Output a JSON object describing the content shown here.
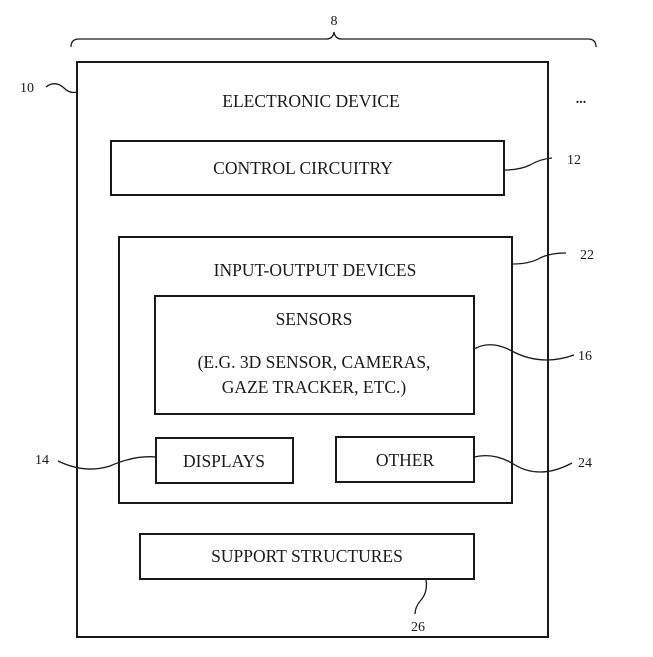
{
  "diagram": {
    "system_ref": "8",
    "continuation_marker": "...",
    "device": {
      "ref": "10",
      "title": "ELECTRONIC DEVICE"
    },
    "control_circuitry": {
      "ref": "12",
      "label": "CONTROL CIRCUITRY"
    },
    "input_output_devices": {
      "ref": "22",
      "label": "INPUT-OUTPUT DEVICES",
      "sensors": {
        "ref": "16",
        "label": "SENSORS",
        "detail_line1": "(E.G. 3D SENSOR, CAMERAS,",
        "detail_line2": "GAZE TRACKER, ETC.)"
      },
      "displays": {
        "ref": "14",
        "label": "DISPLAYS"
      },
      "other": {
        "ref": "24",
        "label": "OTHER"
      }
    },
    "support_structures": {
      "ref": "26",
      "label": "SUPPORT STRUCTURES"
    }
  }
}
